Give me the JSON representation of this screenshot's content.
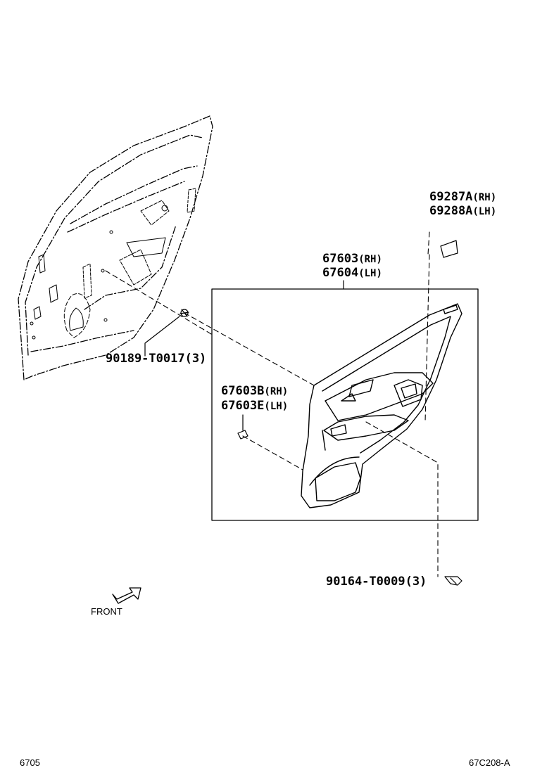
{
  "parts": {
    "door_trim": {
      "rh": "67603",
      "rh_suffix": "(RH)",
      "lh": "67604",
      "lh_suffix": "(LH)"
    },
    "handle_cover": {
      "rh": "69287A",
      "rh_suffix": "(RH)",
      "lh": "69288A",
      "lh_suffix": "(LH)"
    },
    "clip": {
      "rh": "67603B",
      "rh_suffix": "(RH)",
      "lh": "67603E",
      "lh_suffix": "(LH)"
    },
    "clip_upper": "90189-T0017(3)",
    "screw_lower": "90164-T0009(3)"
  },
  "front_label": "FRONT",
  "page_number": "6705",
  "diagram_code": "67C208-A",
  "colors": {
    "line": "#000000",
    "background": "#ffffff"
  }
}
